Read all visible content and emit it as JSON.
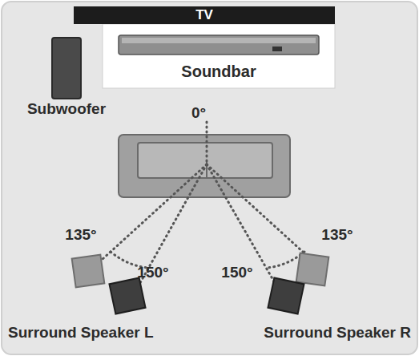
{
  "diagram": {
    "nodes": [
      {
        "text": [
          "TV"
        ]
      },
      {
        "text": [
          "Soundbar"
        ]
      },
      {
        "text": [
          "Subwoofer"
        ]
      }
    ],
    "labels": [
      "0°",
      "135°",
      "150°",
      "150°",
      "135°",
      "Surround Speaker L",
      "Surround Speaker R"
    ]
  }
}
